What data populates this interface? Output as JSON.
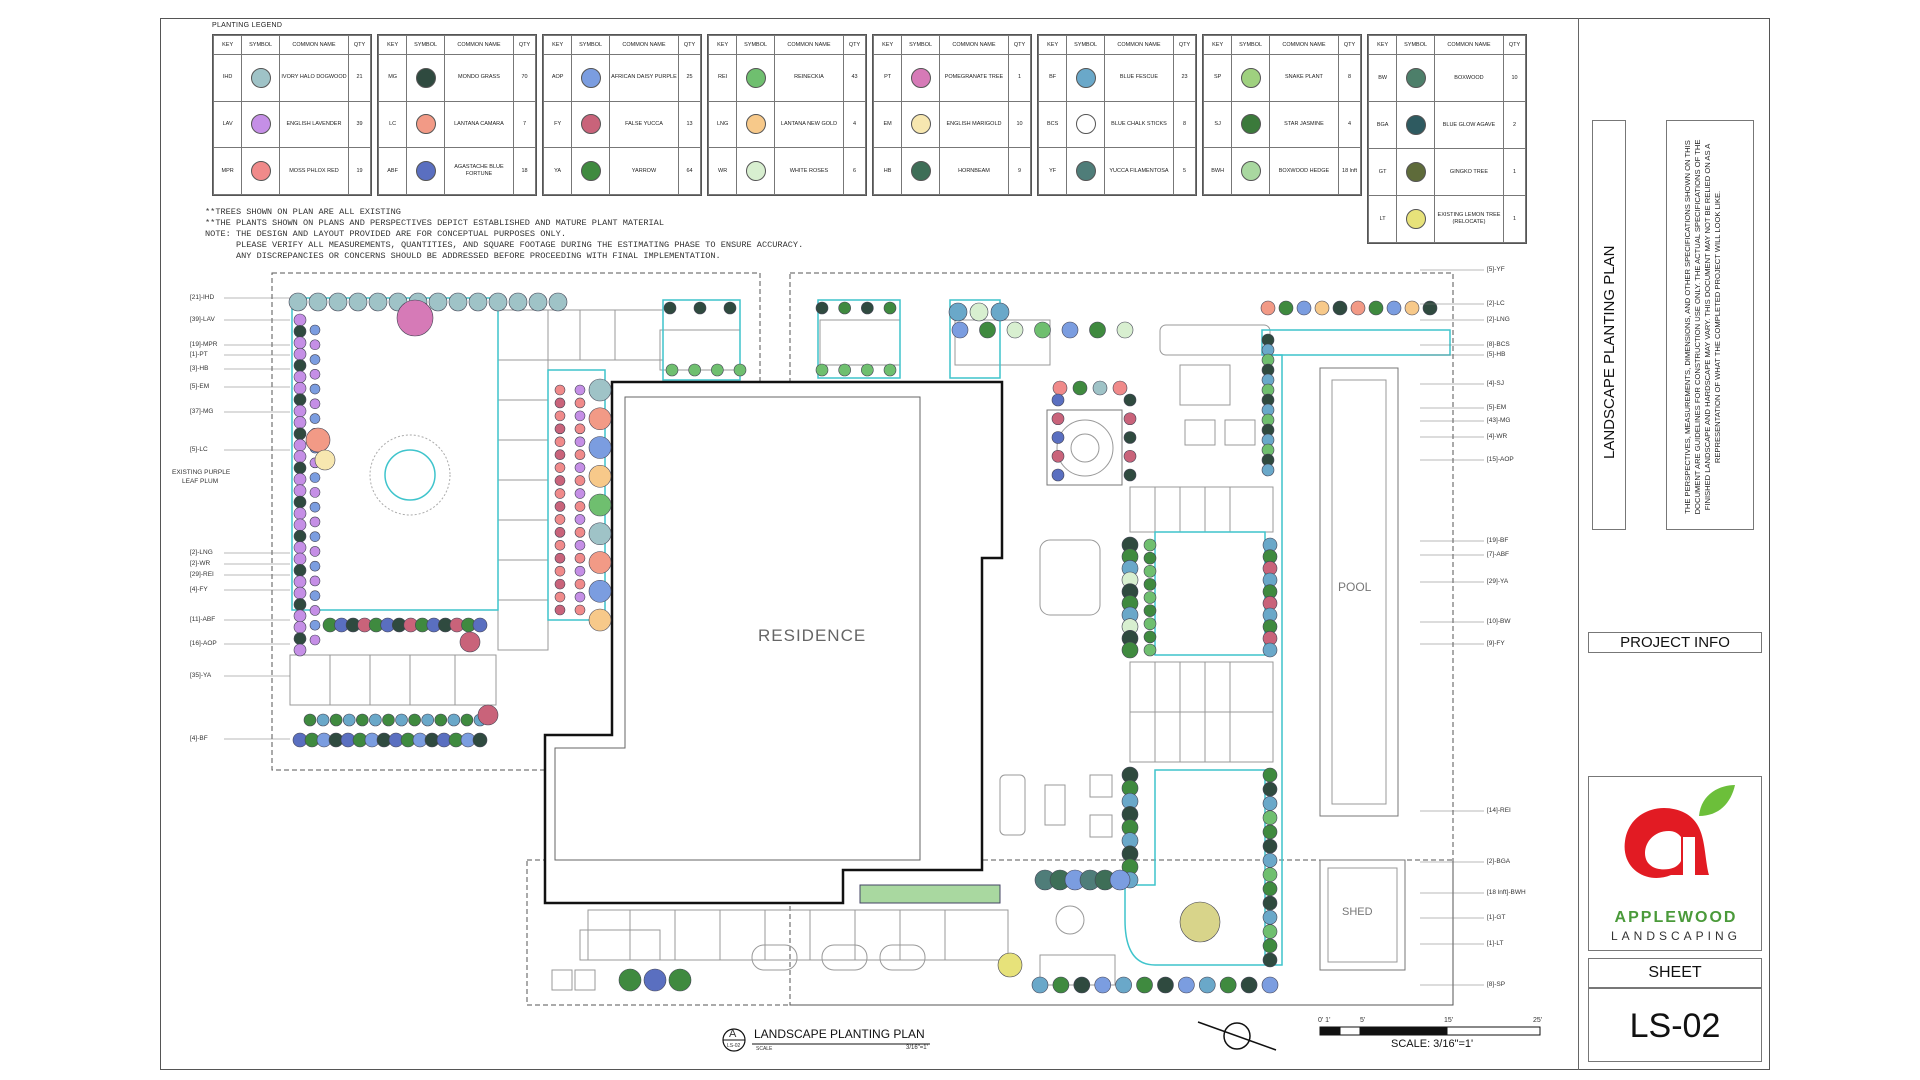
{
  "legend": {
    "title": "PLANTING LEGEND",
    "headers": [
      "KEY",
      "SYMBOL",
      "COMMON NAME",
      "QTY"
    ],
    "tables": [
      {
        "rows": [
          {
            "key": "IHD",
            "name": "IVORY HALO DOGWOOD",
            "qty": "21",
            "color": "#9fc3c7"
          },
          {
            "key": "LAV",
            "name": "ENGLISH LAVENDER",
            "qty": "39",
            "color": "#c58fe6"
          },
          {
            "key": "MPR",
            "name": "MOSS PHLOX RED",
            "qty": "19",
            "color": "#f08a8a"
          }
        ]
      },
      {
        "rows": [
          {
            "key": "MG",
            "name": "MONDO GRASS",
            "qty": "70",
            "color": "#2f4a3f"
          },
          {
            "key": "LC",
            "name": "LANTANA CAMARA",
            "qty": "7",
            "color": "#f29a86"
          },
          {
            "key": "ABF",
            "name": "AGASTACHE BLUE FORTUNE",
            "qty": "18",
            "color": "#5a6fc0"
          }
        ]
      },
      {
        "rows": [
          {
            "key": "AOP",
            "name": "AFRICAN DAISY PURPLE",
            "qty": "25",
            "color": "#7b9de0"
          },
          {
            "key": "FY",
            "name": "FALSE YUCCA",
            "qty": "13",
            "color": "#c9637a"
          },
          {
            "key": "YA",
            "name": "YARROW",
            "qty": "64",
            "color": "#3f8a3f"
          }
        ]
      },
      {
        "rows": [
          {
            "key": "REI",
            "name": "REINECKIA",
            "qty": "43",
            "color": "#6fbf6f"
          },
          {
            "key": "LNG",
            "name": "LANTANA NEW GOLD",
            "qty": "4",
            "color": "#f7c98a"
          },
          {
            "key": "WR",
            "name": "WHITE ROSES",
            "qty": "6",
            "color": "#d8efd0"
          }
        ]
      },
      {
        "rows": [
          {
            "key": "PT",
            "name": "POMEGRANATE TREE",
            "qty": "1",
            "color": "#d67ab7"
          },
          {
            "key": "EM",
            "name": "ENGLISH MARIGOLD",
            "qty": "10",
            "color": "#f7e7b0"
          },
          {
            "key": "HB",
            "name": "HORNBEAM",
            "qty": "9",
            "color": "#3e6e57"
          }
        ]
      },
      {
        "rows": [
          {
            "key": "BF",
            "name": "BLUE FESCUE",
            "qty": "23",
            "color": "#6aa8c9"
          },
          {
            "key": "BCS",
            "name": "BLUE CHALK STICKS",
            "qty": "8",
            "color": "#ffffff"
          },
          {
            "key": "YF",
            "name": "YUCCA FILAMENTOSA",
            "qty": "5",
            "color": "#4f7d79"
          }
        ]
      },
      {
        "rows": [
          {
            "key": "SP",
            "name": "SNAKE PLANT",
            "qty": "8",
            "color": "#9fd17f"
          },
          {
            "key": "SJ",
            "name": "STAR JASMINE",
            "qty": "4",
            "color": "#3b7a3b"
          },
          {
            "key": "BWH",
            "name": "BOXWOOD HEDGE",
            "qty": "18 lnft",
            "color": "#a9d8a0"
          }
        ]
      },
      {
        "rows": [
          {
            "key": "BW",
            "name": "BOXWOOD",
            "qty": "10",
            "color": "#4d7f6a"
          },
          {
            "key": "BGA",
            "name": "BLUE GLOW AGAVE",
            "qty": "2",
            "color": "#2e5a60"
          },
          {
            "key": "GT",
            "name": "GINGKO TREE",
            "qty": "1",
            "color": "#5e6b3a"
          },
          {
            "key": "LT",
            "name": "EXISTING LEMON TREE (RELOCATE)",
            "qty": "1",
            "color": "#e7e27a"
          }
        ]
      }
    ]
  },
  "notes": [
    "**TREES SHOWN ON PLAN ARE ALL EXISTING",
    "**THE PLANTS SHOWN ON PLANS AND PERSPECTIVES DEPICT ESTABLISHED AND MATURE PLANT MATERIAL",
    "NOTE: THE DESIGN AND LAYOUT PROVIDED ARE FOR CONCEPTUAL PURPOSES ONLY.",
    "      PLEASE VERIFY ALL MEASUREMENTS, QUANTITIES, AND SQUARE FOOTAGE DURING THE ESTIMATING PHASE TO ENSURE ACCURACY.",
    "      ANY DISCREPANCIES OR CONCERNS SHOULD BE ADDRESSED BEFORE PROCEEDING WITH FINAL IMPLEMENTATION."
  ],
  "plan": {
    "residence_label": "RESIDENCE",
    "pool_label": "POOL",
    "shed_label": "SHED",
    "existing_tree_label_1": "EXISTING PURPLE",
    "existing_tree_label_2": "LEAF PLUM",
    "left_callouts": [
      "[21]-IHD",
      "[39]-LAV",
      "[19]-MPR",
      "[1]-PT",
      "[3]-HB",
      "[5]-EM",
      "[37]-MG",
      "[5]-LC",
      "[2]-LNG",
      "[2]-WR",
      "[29]-REI",
      "[4]-FY",
      "[11]-ABF",
      "[16]-AOP",
      "[35]-YA",
      "[4]-BF"
    ],
    "right_callouts": [
      "[5]-YF",
      "[2]-LC",
      "[2]-LNG",
      "[8]-BCS",
      "[5]-HB",
      "[4]-SJ",
      "[5]-EM",
      "[43]-MG",
      "[4]-WR",
      "[15]-AOP",
      "[19]-BF",
      "[7]-ABF",
      "[29]-YA",
      "[10]-BW",
      "[9]-FY",
      "[14]-REI",
      "[2]-BGA",
      "[18 lnft]-BWH",
      "[1]-GT",
      "[1]-LT",
      "[8]-SP"
    ]
  },
  "plan_title": {
    "marker_letter": "A",
    "marker_sheet": "LS-02",
    "title": "LANDSCAPE PLANTING PLAN",
    "scale_word": "SCALE",
    "scale_value": "3/16\"=1'"
  },
  "scale_bar": {
    "ticks": [
      "0' 1'",
      "5'",
      "15'",
      "25'"
    ],
    "scale_text": "SCALE: 3/16\"=1'"
  },
  "title_block": {
    "sheet_title": "LANDSCAPE PLANTING PLAN",
    "disclaimer": "THE PERSPECTIVES, MEASUREMENTS, DIMENSIONS, AND OTHER SPECIFICATIONS SHOWN ON THIS DOCUMENT ARE GUIDELINES FOR CONSTRUCTION USE ONLY. THE ACTUAL SPECIFICATIONS OF THE FINISHED LANDSCAPE AND HARDSCAPE MAY VARY. THIS DOCUMENT MAY NOT BE RELIED ON AS A REPRESENTATION OF WHAT THE COMPLETED PROJECT WILL LOOK LIKE.",
    "project_info": "PROJECT INFO",
    "logo_name": "APPLEWOOD",
    "logo_sub": "LANDSCAPING",
    "sheet_label": "SHEET",
    "sheet_number": "LS-02",
    "brand_red": "#e21b23",
    "brand_green": "#6cbf3a",
    "brand_text": "#4a9a3a"
  }
}
